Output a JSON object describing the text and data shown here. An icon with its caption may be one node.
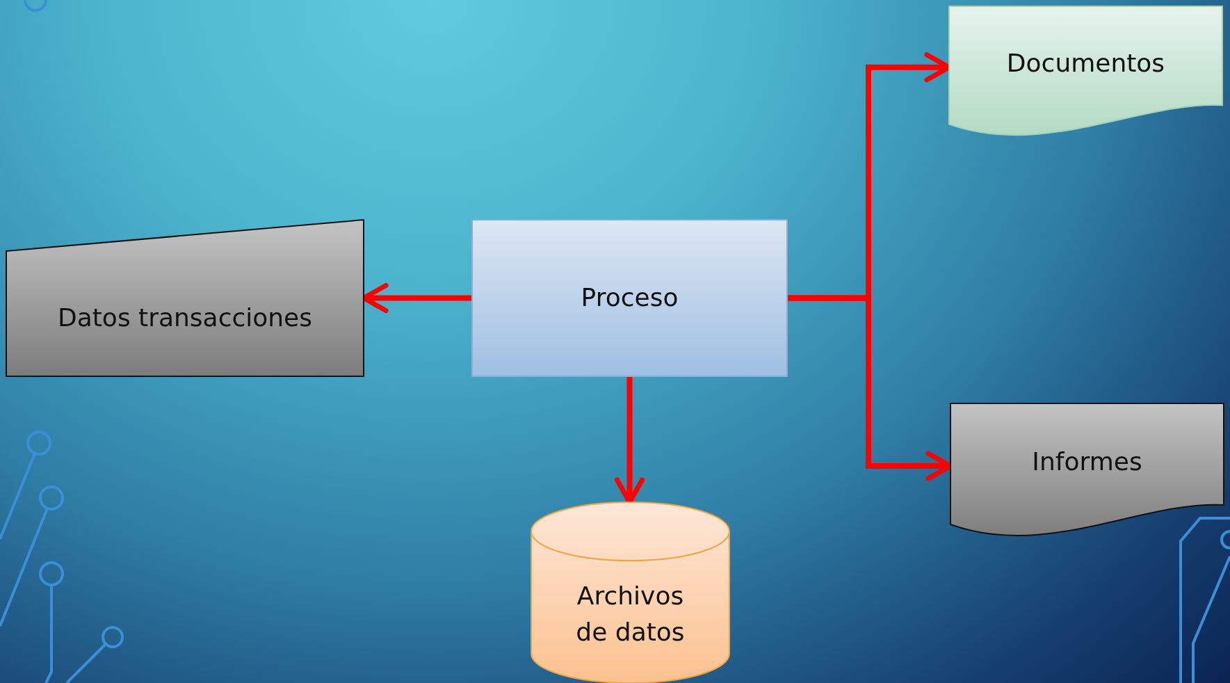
{
  "diagram": {
    "nodes": [
      {
        "text": [
          "Documentos"
        ]
      },
      {
        "text": [
          "Datos transacciones"
        ]
      },
      {
        "text": [
          "Proceso"
        ]
      },
      {
        "text": [
          "Informes"
        ]
      },
      {
        "text": [
          "Archivos de datos"
        ]
      }
    ],
    "edges": [
      {
        "from": 2,
        "to": 1,
        "arrow": "to"
      },
      {
        "from": 2,
        "to": 0,
        "arrow": "to"
      },
      {
        "from": 2,
        "to": 3,
        "arrow": "to"
      },
      {
        "from": 2,
        "to": 4,
        "arrow": "to"
      }
    ]
  }
}
